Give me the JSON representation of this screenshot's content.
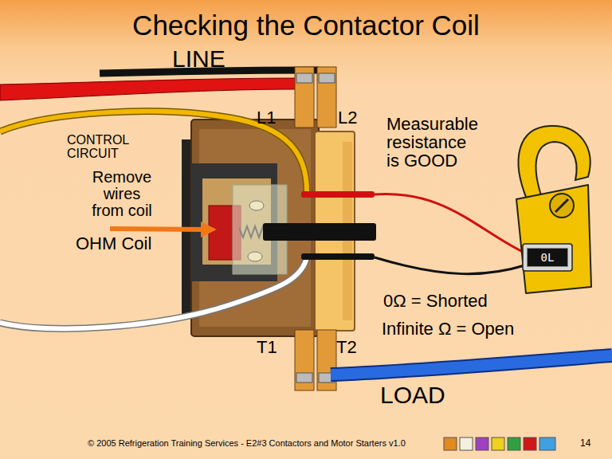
{
  "diagram": {
    "title": "Checking the Contactor Coil",
    "caption": "© 2005 Refrigeration Training Services - E2#3 Contactors and Motor Starters  v1.0",
    "nodes": [
      {
        "text": [
          "0L"
        ]
      }
    ],
    "labels": [
      "LINE",
      "L1",
      "L2",
      "CONTROL CIRCUIT",
      "Remove wires from coil",
      "OHM Coil",
      "Measurable resistance is GOOD",
      "0Ω = Shorted",
      "Infinite Ω = Open",
      "T1",
      "T2",
      "LOAD",
      "14"
    ]
  }
}
